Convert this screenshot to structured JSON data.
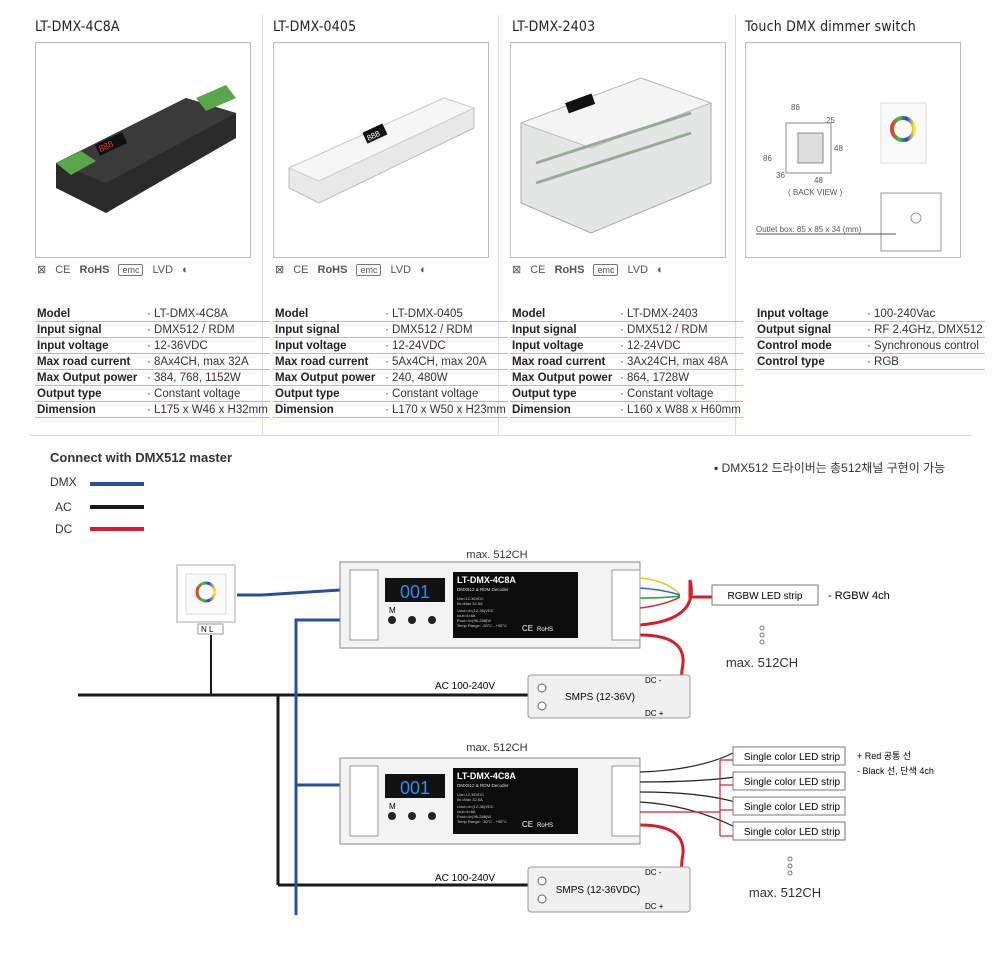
{
  "columns": [
    {
      "title": "LT-DMX-4C8A",
      "certs": [
        "CE",
        "RoHS",
        "emc",
        "LVD"
      ],
      "specs": [
        [
          "Model",
          "LT-DMX-4C8A"
        ],
        [
          "Input signal",
          "DMX512 / RDM"
        ],
        [
          "Input voltage",
          "12-36VDC"
        ],
        [
          "Max road current",
          "8Ax4CH, max 32A"
        ],
        [
          "Max Output power",
          "384, 768, 1152W"
        ],
        [
          "Output type",
          "Constant voltage"
        ],
        [
          "Dimension",
          "L175 x W46 x H32mm"
        ]
      ]
    },
    {
      "title": "LT-DMX-0405",
      "certs": [
        "CE",
        "RoHS",
        "emc",
        "LVD"
      ],
      "specs": [
        [
          "Model",
          "LT-DMX-0405"
        ],
        [
          "Input signal",
          "DMX512 / RDM"
        ],
        [
          "Input voltage",
          "12-24VDC"
        ],
        [
          "Max road current",
          "5Ax4CH, max 20A"
        ],
        [
          "Max Output power",
          "240, 480W"
        ],
        [
          "Output type",
          "Constant voltage"
        ],
        [
          "Dimension",
          "L170 x W50 x H23mm"
        ]
      ]
    },
    {
      "title": "LT-DMX-2403",
      "certs": [
        "CE",
        "RoHS",
        "emc",
        "LVD"
      ],
      "specs": [
        [
          "Model",
          "LT-DMX-2403"
        ],
        [
          "Input signal",
          "DMX512 / RDM"
        ],
        [
          "Input voltage",
          "12-24VDC"
        ],
        [
          "Max road current",
          "3Ax24CH, max 48A"
        ],
        [
          "Max Output power",
          "864, 1728W"
        ],
        [
          "Output type",
          "Constant voltage"
        ],
        [
          "Dimension",
          "L160 x W88 x H60mm"
        ]
      ]
    },
    {
      "title": "Touch DMX dimmer switch",
      "drawing": {
        "dim_86_top": "86",
        "dim_25": "25",
        "dim_86_side": "86",
        "dim_48_side": "48",
        "dim_36": "36",
        "dim_48_bottom": "48",
        "back_view": "( BACK VIEW )",
        "outlet": "Outlet box: 85 x 85 x 34 (mm)"
      },
      "specs": [
        [
          "Input voltage",
          "100-240Vac"
        ],
        [
          "Output signal",
          "RF 2.4GHz, DMX512"
        ],
        [
          "Control mode",
          "Synchronous control"
        ],
        [
          "Control type",
          "RGB"
        ]
      ]
    }
  ],
  "connect": {
    "title": "Connect with DMX512 master",
    "legend": [
      {
        "label": "DMX",
        "color": "#2a4d9c"
      },
      {
        "label": "AC",
        "color": "#1a1a1a"
      },
      {
        "label": "DC",
        "color": "#d2202b"
      }
    ],
    "note": "▪ DMX512 드라이버는 총512채널 구현이 가능"
  },
  "diagram": {
    "max_ch": "max. 512CH",
    "panel_nl": "N  L",
    "decoder": {
      "model": "LT-DMX-4C8A",
      "subtitle": "DMX512 & RDM Decoder",
      "display": "001",
      "m": "M",
      "specs": [
        "Uin=12-36VDC",
        "Iin=Max 32.5A",
        "Uout=4×(12-36)VDC",
        "Iout=4×8A",
        "Pout=4×(96-288)W",
        "Temp Range: -30°C - +55°C"
      ],
      "ce": "CE",
      "rohs": "RoHS"
    },
    "ac_label": "AC 100-240V",
    "smps1": "SMPS (12-36V)",
    "smps2": "SMPS (12-36VDC)",
    "dc_minus": "DC -",
    "dc_plus": "DC +",
    "rgbw_strip": "RGBW LED strip",
    "rgbw_note": "- RGBW 4ch",
    "single_strip": "Single color LED strip",
    "single_note1": "+ Red 공통 선",
    "single_note2": "- Black 선, 단색 4ch"
  }
}
